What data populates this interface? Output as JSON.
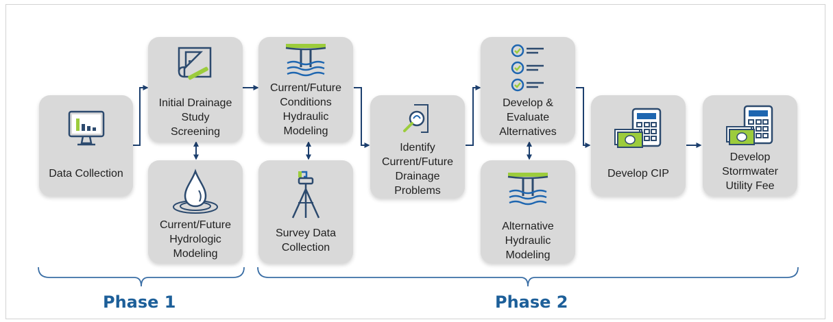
{
  "colors": {
    "box_fill": "#d9d9d9",
    "connector": "#1c3f6e",
    "phase_text": "#1d5f99",
    "icon_navy": "#2c4a6e",
    "icon_blue": "#1e66b0",
    "icon_green": "#9ccc3c",
    "bracket": "#3a6ea5"
  },
  "steps": {
    "data_collection": {
      "label": "Data Collection",
      "icon": "computer-monitor-bar-chart-icon"
    },
    "initial_screening": {
      "label": "Initial Drainage\nStudy\nScreening",
      "icon": "blueprint-ruler-pencil-icon"
    },
    "hydrologic_modeling": {
      "label": "Current/Future\nHydrologic\nModeling",
      "icon": "water-drop-ripple-icon"
    },
    "hydraulic_modeling": {
      "label": "Current/Future\nConditions\nHydraulic\nModeling",
      "icon": "bridge-water-icon"
    },
    "survey_data": {
      "label": "Survey Data\nCollection",
      "icon": "survey-tripod-icon"
    },
    "identify_problems": {
      "label": "Identify\nCurrent/Future\nDrainage\nProblems",
      "icon": "magnifier-search-icon"
    },
    "develop_alternatives": {
      "label": "Develop &\nEvaluate\nAlternatives",
      "icon": "checklist-icon"
    },
    "alternative_hydraulic": {
      "label": "Alternative\nHydraulic\nModeling",
      "icon": "bridge-water-icon"
    },
    "develop_cip": {
      "label": "Develop CIP",
      "icon": "calculator-money-icon"
    },
    "utility_fee": {
      "label": "Develop\nStormwater\nUtility Fee",
      "icon": "calculator-money-icon"
    }
  },
  "phases": {
    "phase1": "Phase 1",
    "phase2": "Phase 2"
  }
}
